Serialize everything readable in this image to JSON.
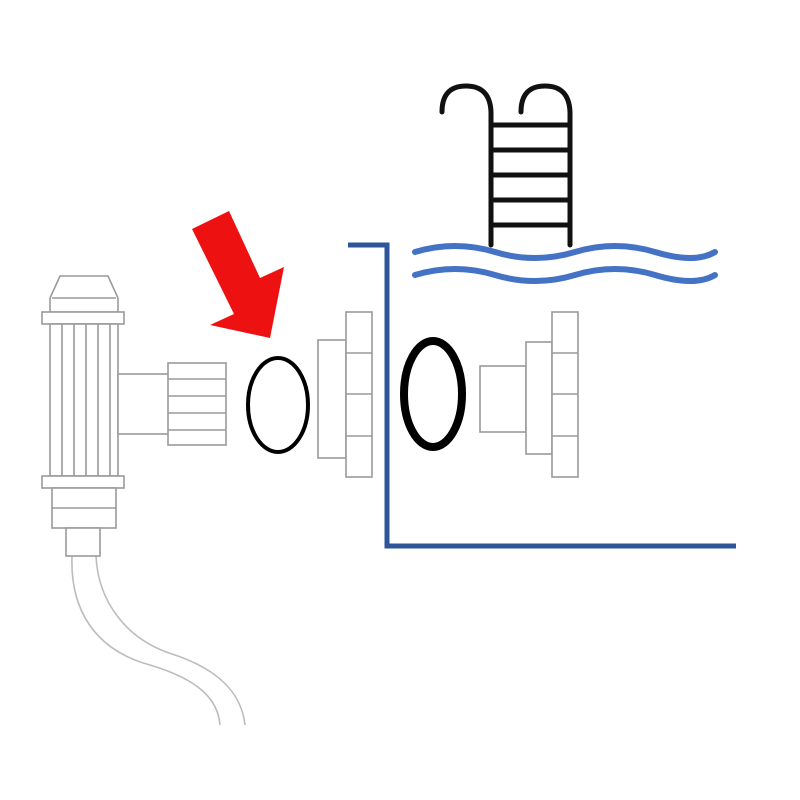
{
  "colors": {
    "pool_wall": "#2e5597",
    "water": "#4472c4",
    "ladder": "#111111",
    "gasket": "#000000",
    "part_outline": "#9a9a9a",
    "hose": "#bcbcbc",
    "arrow": "#ee1111",
    "background": "#ffffff"
  },
  "parts": [
    {
      "name": "light-fixture-body"
    },
    {
      "name": "fixture-threaded-connector"
    },
    {
      "name": "thin-o-ring-gasket",
      "highlighted": true
    },
    {
      "name": "wall-fitting-flange"
    },
    {
      "name": "thick-o-ring-gasket"
    },
    {
      "name": "inner-lock-nut"
    }
  ],
  "indicator": {
    "icon": "red-arrow-icon",
    "points_to": "thin-o-ring-gasket"
  }
}
